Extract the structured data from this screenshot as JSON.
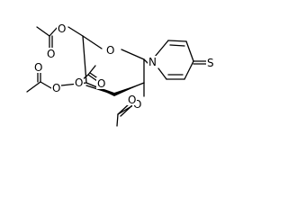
{
  "molecule": {
    "atom_labels": {
      "ring_oxygen": "O",
      "ring_nitrogen": "N",
      "thione_sulfur": "S",
      "o6": "O",
      "o6_carbonyl": "O",
      "o4": "O",
      "o4_carbonyl": "O",
      "o3": "O",
      "o3_carbonyl": "O",
      "o2": "O",
      "o2_carbonyl": "O"
    },
    "bond_color": "#000000",
    "background": "#ffffff"
  }
}
